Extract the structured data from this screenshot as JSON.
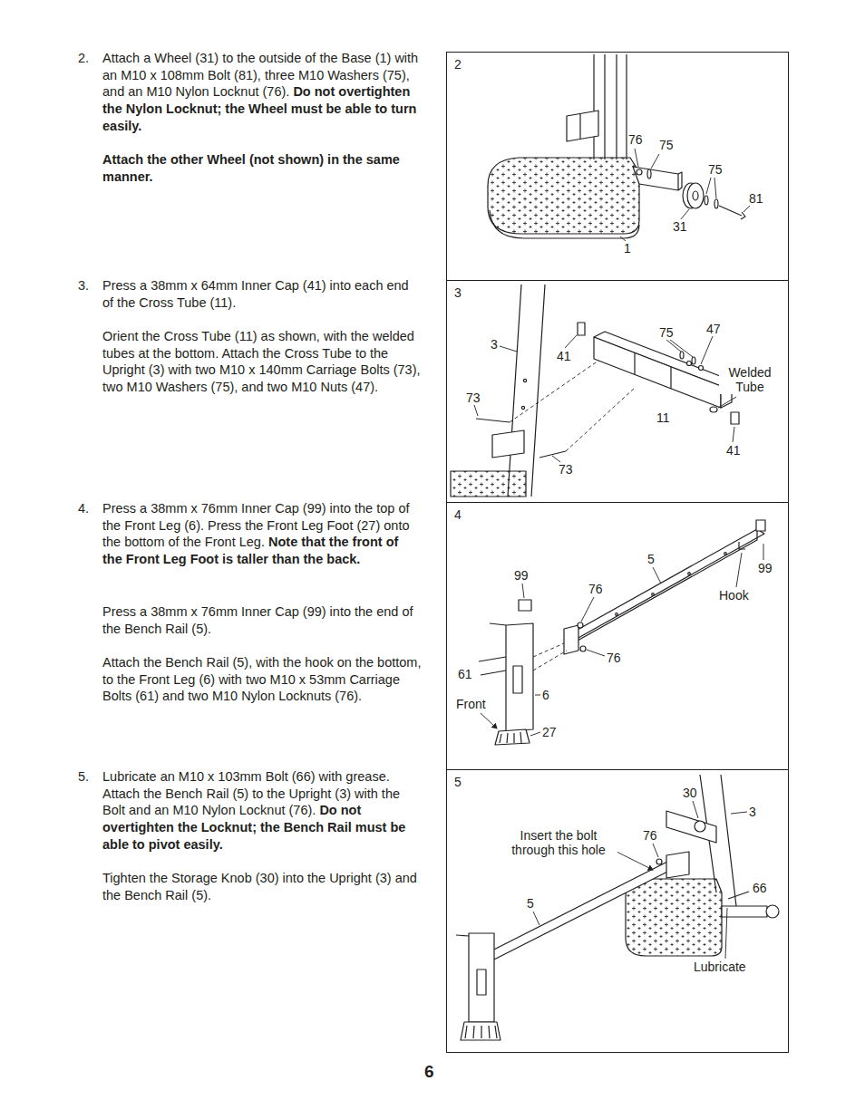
{
  "diagram": {
    "nodes": [
      {
        "text": [
          "2"
        ]
      },
      {
        "text": [
          "3"
        ]
      },
      {
        "text": [
          "4"
        ]
      },
      {
        "text": [
          "5"
        ]
      }
    ],
    "labels": [
      "2.",
      "Attach a Wheel (31) to the outside of the Base (1) with an M10 x 108mm Bolt (81), three M10 Washers (75), and an M10 Nylon Locknut (76).",
      "Do not overtighten the Nylon Locknut; the Wheel must be able to turn easily.",
      "Attach the other Wheel (not shown) in the same manner.",
      "3.",
      "Press a 38mm x 64mm Inner Cap (41) into each end of the Cross Tube (11).",
      "Orient the Cross Tube (11) as shown, with the welded tubes at the bottom. Attach the Cross Tube to the Upright (3) with two M10 x 140mm Carriage Bolts (73), two M10 Washers (75), and two M10 Nuts (47).",
      "4.",
      "Press a 38mm x 76mm Inner Cap (99) into the top of the Front Leg (6). Press the Front Leg Foot (27) onto the bottom of the Front Leg.",
      "Note that the front of the Front Leg Foot is taller than the back.",
      "Press a 38mm x 76mm Inner Cap (99) into the end of the Bench Rail (5).",
      "Attach the Bench Rail (5), with the hook on the bottom, to the Front Leg (6) with two M10 x 53mm Carriage Bolts (61) and two M10 Nylon Locknuts (76).",
      "5.",
      "Lubricate an M10 x 103mm Bolt (66) with grease. Attach the Bench Rail (5) to the Upright (3) with the Bolt and an M10 Nylon Locknut (76).",
      "Do not overtighten the Locknut; the Bench Rail must be able to pivot easily.",
      "Tighten the Storage Knob (30) into the Upright (3) and the Bench Rail (5).",
      "76",
      "75",
      "75",
      "81",
      "31",
      "1",
      "3",
      "41",
      "75",
      "47",
      "Welded Tube",
      "73",
      "11",
      "41",
      "73",
      "5",
      "99",
      "99",
      "76",
      "Hook",
      "76",
      "61",
      "6",
      "Front",
      "27",
      "30",
      "3",
      "Insert the bolt through this hole",
      "76",
      "66",
      "5",
      "Lubricate",
      "6"
    ]
  }
}
